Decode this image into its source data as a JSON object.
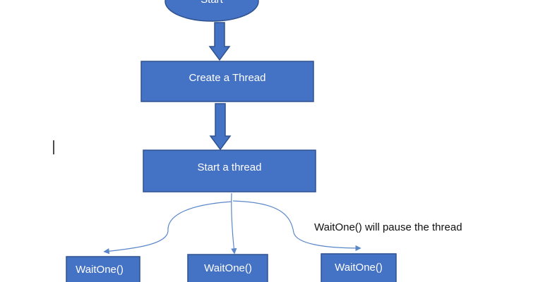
{
  "diagram": {
    "nodes": {
      "start": "Start",
      "create_thread": "Create a Thread",
      "start_thread": "Start a thread",
      "waitone_left": "WaitOne()",
      "waitone_center": "WaitOne()",
      "waitone_right": "WaitOne()"
    },
    "annotation": "WaitOne() will pause the thread",
    "colors": {
      "node_fill": "#4472C4",
      "node_stroke": "#2F528F",
      "arrow_fill": "#4472C4",
      "connector_line": "#5B87C9",
      "text_on_node": "#FFFFFF",
      "annotation_text": "#111111"
    }
  }
}
